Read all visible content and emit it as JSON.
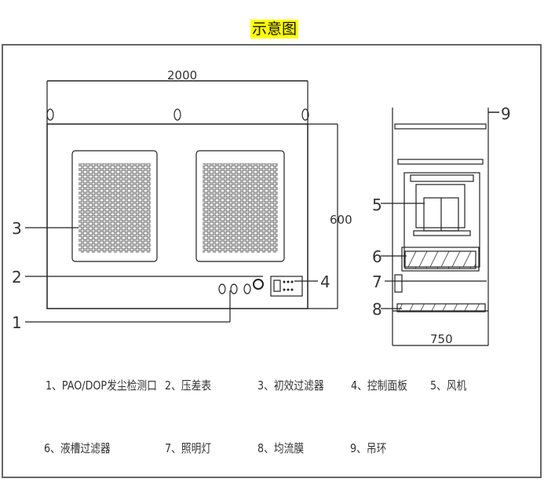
{
  "title": "示意图",
  "dimensions": {
    "width": "2000",
    "height": "600",
    "depth": "750"
  },
  "callouts": [
    "1",
    "2",
    "3",
    "4",
    "5",
    "6",
    "7",
    "8",
    "9"
  ],
  "legend": [
    "1、PAO/DOP发尘检测口",
    "2、压差表",
    "3、初效过滤器",
    "4、控制面板",
    "5、风机",
    "6、液槽过滤器",
    "7、照明灯",
    "8、均流膜",
    "9、吊环"
  ],
  "colors": {
    "highlight": "#ffff00",
    "line": "#222222"
  }
}
